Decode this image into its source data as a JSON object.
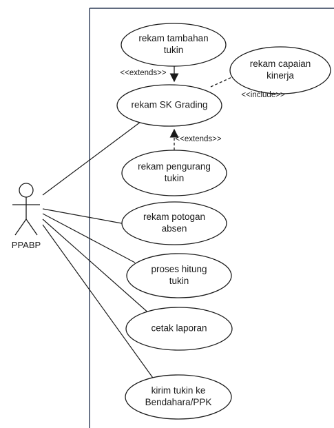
{
  "actor": {
    "name": "PPABP",
    "icon": "stick-figure-icon"
  },
  "use_cases": [
    {
      "id": "rekam-tambahan-tukin",
      "lines": [
        "rekam tambahan",
        "tukin"
      ]
    },
    {
      "id": "rekam-capaian-kinerja",
      "lines": [
        "rekam capaian",
        "kinerja"
      ]
    },
    {
      "id": "rekam-sk-grading",
      "lines": [
        "rekam SK Grading"
      ]
    },
    {
      "id": "rekam-pengurang-tukin",
      "lines": [
        "rekam pengurang",
        "tukin"
      ]
    },
    {
      "id": "rekam-potongan-absen",
      "lines": [
        "rekam potogan",
        "absen"
      ]
    },
    {
      "id": "proses-hitung-tukin",
      "lines": [
        "proses hitung",
        "tukin"
      ]
    },
    {
      "id": "cetak-laporan",
      "lines": [
        "cetak laporan"
      ]
    },
    {
      "id": "kirim-tukin",
      "lines": [
        "kirim tukin ke",
        "Bendahara/PPK"
      ]
    }
  ],
  "relations": {
    "extends_top": "<<extends>>",
    "extends_bottom": "<<extends>>",
    "include": "<<include>>"
  },
  "colors": {
    "line": "#1a1a1a",
    "system_border": "#2b3a55",
    "background": "#ffffff"
  }
}
